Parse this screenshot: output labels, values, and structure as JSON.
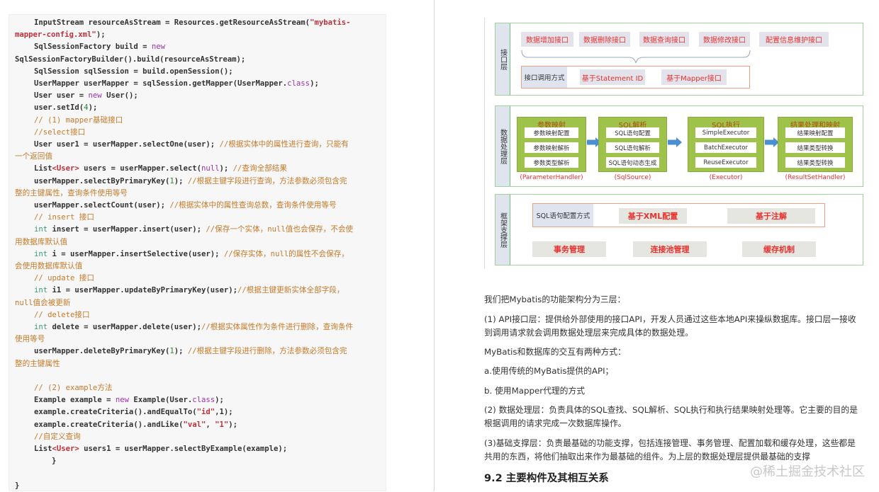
{
  "code": {
    "lines": [
      [
        [
          "",
          "InputStream resourceAsStream = Resources.getResourceAsStream("
        ],
        [
          "str",
          "\"mybatis-"
        ]
      ],
      [
        [
          "str",
          "mapper-config.xml\""
        ],
        [
          "",
          ");"
        ]
      ],
      [
        [
          "",
          "SqlSessionFactory build = "
        ],
        [
          "kw",
          "new"
        ]
      ],
      [
        [
          "",
          "SqlSessionFactoryBuilder().build(resourceAsStream);"
        ]
      ],
      [
        [
          "",
          "SqlSession sqlSession = build.openSession();"
        ]
      ],
      [
        [
          "",
          "UserMapper userMapper = sqlSession.getMapper(UserMapper."
        ],
        [
          "kw",
          "class"
        ],
        [
          "",
          ");"
        ]
      ],
      [
        [
          "",
          "User user = "
        ],
        [
          "kw",
          "new"
        ],
        [
          "",
          " User();"
        ]
      ],
      [
        [
          "",
          "user.setId("
        ],
        [
          "num",
          "4"
        ],
        [
          "",
          ");"
        ]
      ],
      [
        [
          "cmt",
          "// (1) mapper基础接口"
        ]
      ],
      [
        [
          "cmt",
          "//select接口"
        ]
      ],
      [
        [
          "",
          "User user1 = userMapper.selectOne(user); "
        ],
        [
          "cmt",
          "//根据实体中的属性进行查询，只能有"
        ]
      ],
      [
        [
          "cmt",
          "一个返回值"
        ]
      ],
      [
        [
          "",
          "List"
        ],
        [
          "str",
          "<User>"
        ],
        [
          "",
          " users = userMapper.select("
        ],
        [
          "kw",
          "null"
        ],
        [
          "",
          "); "
        ],
        [
          "cmt",
          "//查询全部结果"
        ]
      ],
      [
        [
          "",
          "userMapper.selectByPrimaryKey("
        ],
        [
          "num",
          "1"
        ],
        [
          "",
          "); "
        ],
        [
          "cmt",
          "//根据主键字段进行查询，方法参数必须包含完"
        ]
      ],
      [
        [
          "cmt",
          "整的主键属性，查询条件使用等号"
        ]
      ],
      [
        [
          "",
          "userMapper.selectCount(user); "
        ],
        [
          "cmt",
          "//根据实体中的属性查询总数，查询条件使用等号"
        ]
      ],
      [
        [
          "cmt",
          "// insert 接口"
        ]
      ],
      [
        [
          "ty",
          "int"
        ],
        [
          "",
          " insert = userMapper.insert(user); "
        ],
        [
          "cmt",
          "//保存一个实体，null值也会保存，不会使"
        ]
      ],
      [
        [
          "cmt",
          "用数据库默认值"
        ]
      ],
      [
        [
          "ty",
          "int"
        ],
        [
          "",
          " i = userMapper.insertSelective(user); "
        ],
        [
          "cmt",
          "//保存实体，null的属性不会保存，"
        ]
      ],
      [
        [
          "cmt",
          "会使用数据库默认值"
        ]
      ],
      [
        [
          "cmt",
          "// update 接口"
        ]
      ],
      [
        [
          "ty",
          "int"
        ],
        [
          "",
          " i1 = userMapper.updateByPrimaryKey(user);"
        ],
        [
          "cmt",
          "//根据主键更新实体全部字段，"
        ]
      ],
      [
        [
          "cmt",
          "null值会被更新"
        ]
      ],
      [
        [
          "cmt",
          "// delete接口"
        ]
      ],
      [
        [
          "ty",
          "int"
        ],
        [
          "",
          " delete = userMapper.delete(user);"
        ],
        [
          "cmt",
          "//根据实体属性作为条件进行删除，查询条件"
        ]
      ],
      [
        [
          "cmt",
          "使用等号"
        ]
      ],
      [
        [
          "",
          "userMapper.deleteByPrimaryKey("
        ],
        [
          "num",
          "1"
        ],
        [
          "",
          "); "
        ],
        [
          "cmt",
          "//根据主键字段进行删除，方法参数必须包含完"
        ]
      ],
      [
        [
          "cmt",
          "整的主键属性"
        ]
      ],
      [],
      [
        [
          "cmt",
          "// (2) example方法"
        ]
      ],
      [
        [
          "",
          "Example example = "
        ],
        [
          "kw",
          "new"
        ],
        [
          "",
          " Example(User."
        ],
        [
          "kw",
          "class"
        ],
        [
          "",
          ");"
        ]
      ],
      [
        [
          "",
          "example.createCriteria().andEqualTo("
        ],
        [
          "str",
          "\"id\""
        ],
        [
          "",
          ",1);"
        ]
      ],
      [
        [
          "",
          "example.createCriteria().andLike("
        ],
        [
          "str",
          "\"val\""
        ],
        [
          "",
          ", "
        ],
        [
          "str",
          "\"1\""
        ],
        [
          "",
          ");"
        ]
      ],
      [
        [
          "cmt",
          "//自定义查询"
        ]
      ],
      [
        [
          "",
          "List"
        ],
        [
          "str",
          "<User>"
        ],
        [
          "",
          " users1 = userMapper.selectByExample(example);"
        ]
      ],
      [
        [
          "",
          "}"
        ]
      ],
      [],
      [
        [
          "",
          "}"
        ]
      ]
    ],
    "indent": [
      2,
      0,
      2,
      0,
      2,
      2,
      2,
      2,
      2,
      2,
      2,
      0,
      2,
      2,
      0,
      2,
      2,
      2,
      0,
      2,
      0,
      2,
      2,
      0,
      2,
      2,
      0,
      2,
      0,
      0,
      2,
      2,
      2,
      2,
      2,
      2,
      1,
      0,
      0
    ]
  },
  "diagram": {
    "layer1": {
      "label": "接口层",
      "apis": [
        "数据增加接口",
        "数据删除接口",
        "数据查询接口",
        "数据修改接口",
        "配置信息维护接口"
      ],
      "call_label": "接口调用方式",
      "calls": [
        "基于Statement ID",
        "基于Mapper接口"
      ]
    },
    "layer2": {
      "label": "数据处理层",
      "stages": [
        {
          "title": "参数映射",
          "items": [
            "参数映射配置",
            "参数映射解析",
            "参数类型解析"
          ],
          "caption": "(ParameterHandler)"
        },
        {
          "title": "SQL解析",
          "items": [
            "SQL语句配置",
            "SQL语句解析",
            "SQL语句动态生成"
          ],
          "caption": "(SqlSource)"
        },
        {
          "title": "SQL执行",
          "items": [
            "SimpleExecutor",
            "BatchExecutor",
            "ReuseExecutor"
          ],
          "caption": "(Executor)"
        },
        {
          "title": "结果处理和映射",
          "items": [
            "结果映射配置",
            "结果类型转换",
            "结果类型转换"
          ],
          "caption": "(ResultSetHandler)"
        }
      ]
    },
    "layer3": {
      "label": "框架支撑层",
      "config_label": "SQL语句配置方式",
      "configs": [
        "基于XML配置",
        "基于注解"
      ],
      "bottom": [
        "事务管理",
        "连接池管理",
        "缓存机制"
      ]
    }
  },
  "text": {
    "p1": "我们把Mybatis的功能架构分为三层：",
    "p2": "(1) API接口层：提供给外部使用的接口API，开发人员通过这些本地API来操纵数据库。接口层一接收到调用请求就会调用数据处理层来完成具体的数据处理。",
    "p3": "MyBatis和数据库的交互有两种方式：",
    "p4": "a.使用传统的MyBatis提供的API；",
    "p5": "b. 使用Mapper代理的方式",
    "p6": "(2) 数据处理层：负责具体的SQL查找、SQL解析、SQL执行和执行结果映射处理等。它主要的目的是根据调用的请求完成一次数据库操作。",
    "p7": "(3)基础支撑层：负责最基础的功能支撑，包括连接管理、事务管理、配置加载和缓存处理，这些都是共用的东西，将他们抽取出来作为最基础的组件。为上层的数据处理层提供最基础的支撑",
    "h2": "9.2 主要构件及其相互关系",
    "watermark": "@稀土掘金技术社区"
  }
}
